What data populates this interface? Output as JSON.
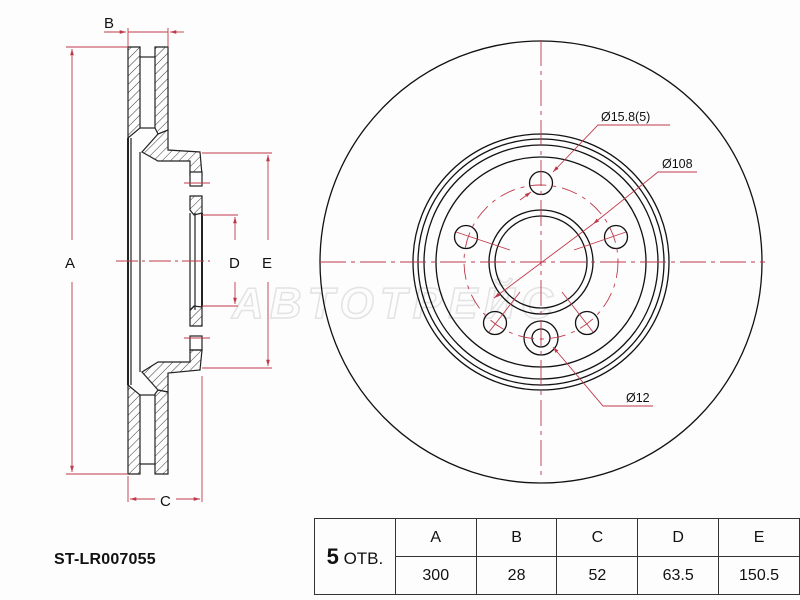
{
  "part_number": "ST-LR007055",
  "watermark": "ABTOTPEЙC",
  "side_view": {
    "labels": {
      "A": "A",
      "B": "B",
      "C": "C",
      "D": "D",
      "E": "E"
    }
  },
  "front_view": {
    "callouts": {
      "bolt_hole": "Ø15.8(5)",
      "pcd": "Ø108",
      "small_hole": "Ø12"
    }
  },
  "spec_table": {
    "holes_count": "5",
    "holes_label": "ОТВ.",
    "headers": [
      "A",
      "B",
      "C",
      "D",
      "E"
    ],
    "values": [
      "300",
      "28",
      "52",
      "63.5",
      "150.5"
    ]
  },
  "colors": {
    "line": "#111111",
    "dimension": "#c0394a",
    "watermark": "#e6e6e6"
  }
}
